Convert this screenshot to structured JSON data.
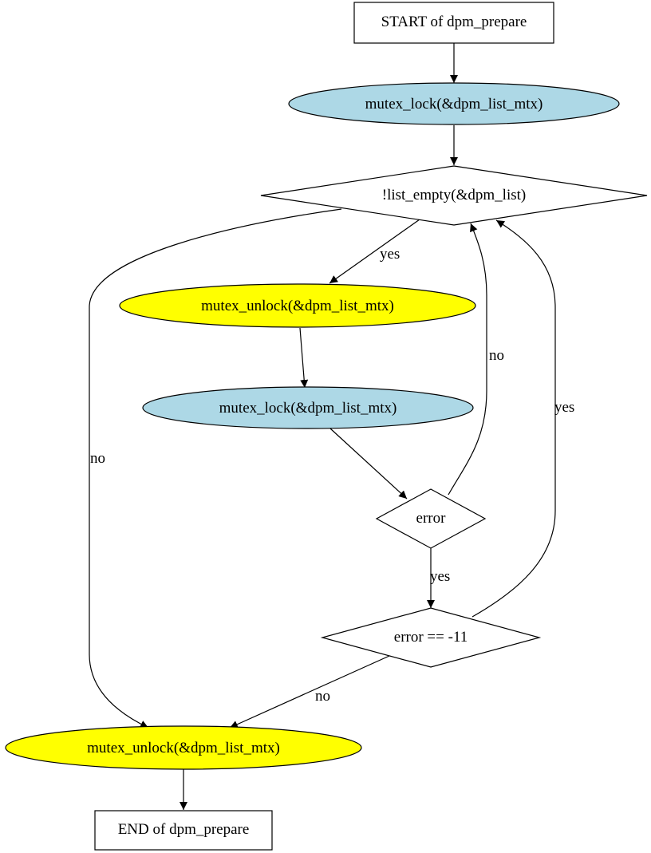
{
  "colors": {
    "lock_fill": "#add8e6",
    "unlock_fill": "#ffff00",
    "stroke": "#000000",
    "background": "#ffffff"
  },
  "nodes": {
    "start": "START of dpm_prepare",
    "lock1": "mutex_lock(&dpm_list_mtx)",
    "cond_list": "!list_empty(&dpm_list)",
    "unlock1": "mutex_unlock(&dpm_list_mtx)",
    "lock2": "mutex_lock(&dpm_list_mtx)",
    "cond_error": "error",
    "cond_eagain": "error == -11",
    "unlock2": "mutex_unlock(&dpm_list_mtx)",
    "end": "END of dpm_prepare"
  },
  "edges": {
    "list_yes": "yes",
    "list_no": "no",
    "error_no": "no",
    "error_yes": "yes",
    "eagain_yes": "yes",
    "eagain_no": "no"
  }
}
